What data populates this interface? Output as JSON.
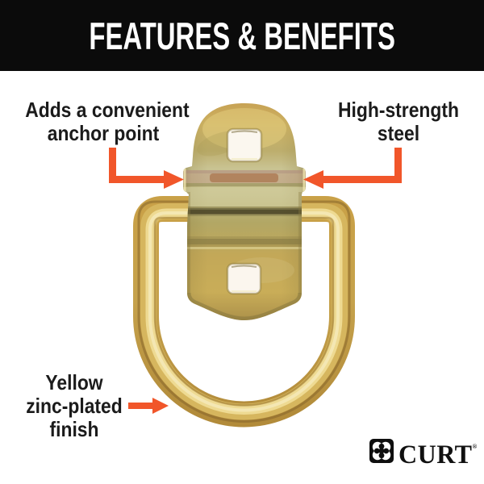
{
  "header": {
    "title": "FEATURES & BENEFITS"
  },
  "callouts": {
    "anchor_point": {
      "lines": [
        "Adds a convenient",
        "anchor point"
      ]
    },
    "steel": {
      "lines": [
        "High-strength",
        "steel"
      ]
    },
    "finish": {
      "lines": [
        "Yellow",
        "zinc-plated",
        "finish"
      ]
    }
  },
  "brand": {
    "name": "CURT",
    "registered_mark": "®"
  },
  "product": {
    "name": "yellow zinc-plated d-ring tie-down anchor with mounting bracket"
  },
  "colors": {
    "arrow": "#F1562A",
    "header_bg": "#0B0B0B",
    "header_text": "#FFFFFF",
    "label_text": "#1B1B1B",
    "gold_base": "#C8A54E",
    "gold_highlight": "#EFDF9C",
    "gold_shadow": "#8A7A3E",
    "groove_dark": "#4E4829",
    "rust_tint": "#A5683F"
  }
}
